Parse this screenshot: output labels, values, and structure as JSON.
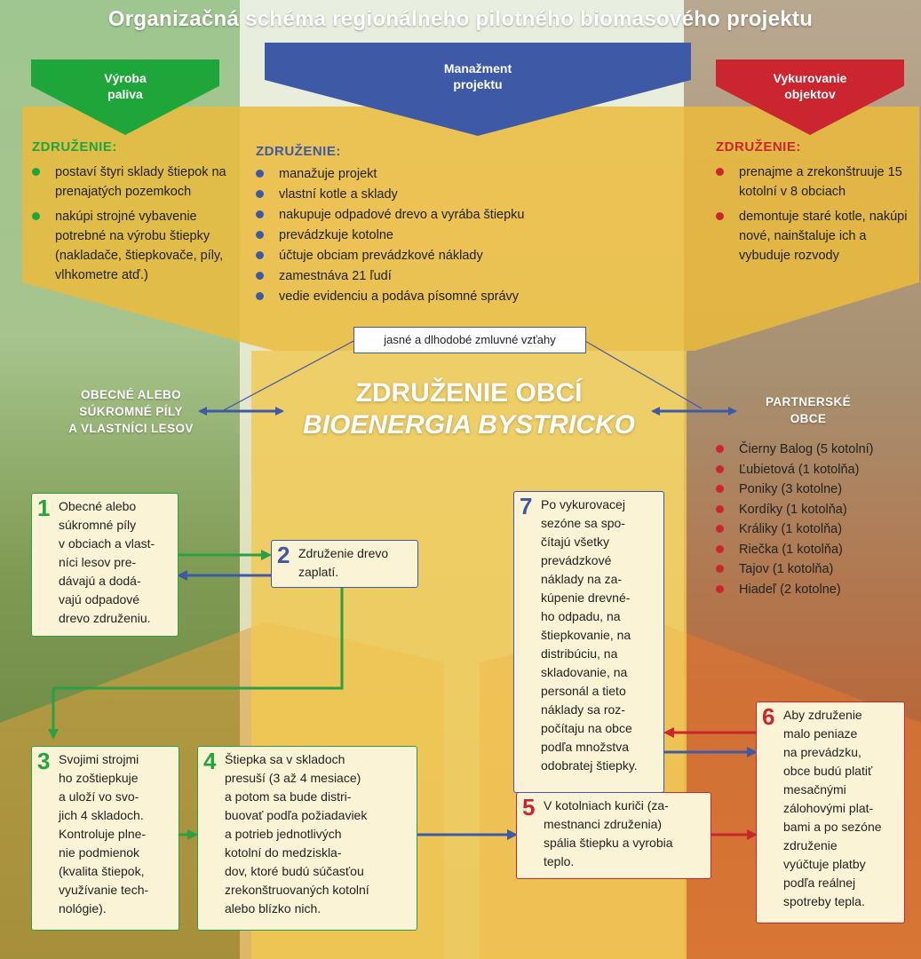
{
  "title": "Organizačná schéma regionálneho pilotného biomasového projektu",
  "colors": {
    "green": "#1fa63b",
    "blue": "#3e5aa7",
    "red": "#cb2530",
    "yellow": "#ebbb3c"
  },
  "columns": {
    "left": {
      "banner": [
        "Výroba",
        "paliva"
      ],
      "heading": "ZDRUŽENIE:",
      "items": [
        "postaví štyri sklady štiepok na prenajatých pozemkoch",
        "nakúpi strojné vybavenie potrebné na výrobu štiepky (nakladače, štiepkovače, píly, vlhkometre atď.)"
      ]
    },
    "center": {
      "banner": [
        "Manažment",
        "projektu"
      ],
      "heading": "ZDRUŽENIE:",
      "items": [
        "manažuje projekt",
        "vlastní kotle a sklady",
        "nakupuje odpadové drevo a vyrába štiepku",
        "prevádzkuje kotolne",
        "účtuje obciam prevádzkové náklady",
        "zamestnáva 21 ľudí",
        "vedie evidenciu a podáva písomné správy"
      ]
    },
    "right": {
      "banner": [
        "Vykurovanie",
        "objektov"
      ],
      "heading": "ZDRUŽENIE:",
      "items": [
        "prenajme a zrekonštruuje 15 kotolní v 8 obciach",
        "demontuje staré kotle, nakúpi nové, nainštaluje ich a vybuduje rozvody"
      ]
    }
  },
  "contract_label": "jasné a dlhodobé zmluvné vzťahy",
  "organization": {
    "line1": "ZDRUŽENIE OBCÍ",
    "line2": "BIOENERGIA BYSTRICKO"
  },
  "left_party": [
    "OBECNÉ ALEBO",
    "SÚKROMNÉ PÍLY",
    "A VLASTNÍCI LESOV"
  ],
  "right_party": [
    "PARTNERSKÉ",
    "OBCE"
  ],
  "partner_municipalities": [
    "Čierny Balog (5 kotolní)",
    "Ľubietová (1 kotolňa)",
    "Poniky (3 kotolne)",
    "Kordíky (1 kotolňa)",
    "Králiky (1 kotolňa)",
    "Riečka (1 kotolňa)",
    "Tajov (1 kotolňa)",
    "Hiadeľ (2 kotolne)"
  ],
  "steps": [
    {
      "num": "1",
      "lines": [
        "Obecné alebo",
        "súkromné píly",
        "v obciach a vlast-",
        "níci lesov pre-",
        "dávajú a dodá-",
        "vajú odpadové",
        "drevo združeniu."
      ]
    },
    {
      "num": "2",
      "lines": [
        "Združenie drevo",
        "zaplatí."
      ]
    },
    {
      "num": "3",
      "lines": [
        "Svojimi strojmi",
        "ho zoštiepkuje",
        "a uloží vo svo-",
        "jich 4 skladoch.",
        "Kontroluje plne-",
        "nie podmienok",
        "(kvalita štiepok,",
        "využívanie tech-",
        "nológie)."
      ]
    },
    {
      "num": "4",
      "lines": [
        "Štiepka sa v skladoch",
        "presuší (3 až 4 mesiace)",
        "a potom sa bude distri-",
        "buovať podľa požiadaviek",
        "a potrieb jednotlivých",
        "kotolní do medziskla-",
        "dov, ktoré budú súčasťou",
        "zrekonštruovaných kotolní",
        "alebo blízko nich."
      ]
    },
    {
      "num": "5",
      "lines": [
        "V kotolniach kuriči (za-",
        "mestnanci združenia)",
        "spália štiepku a vyrobia",
        "teplo."
      ]
    },
    {
      "num": "6",
      "lines": [
        "Aby združenie",
        "malo peniaze",
        "na prevádzku,",
        "obce budú platiť",
        "mesačnými",
        "zálohovými plat-",
        "bami a po sezóne",
        "združenie",
        "vyúčtuje platby",
        "podľa reálnej",
        "spotreby tepla."
      ]
    },
    {
      "num": "7",
      "lines": [
        "Po vykurovacej",
        "sezóne sa spo-",
        "čítajú všetky",
        "prevádzkové",
        "náklady na za-",
        "kúpenie drevné-",
        "ho odpadu, na",
        "štiepkovanie, na",
        "distribúciu, na",
        "skladovanie, na",
        "personál a tieto",
        "náklady sa roz-",
        "počítaju na obce",
        "podľa množstva",
        "odobratej štiepky."
      ]
    }
  ]
}
